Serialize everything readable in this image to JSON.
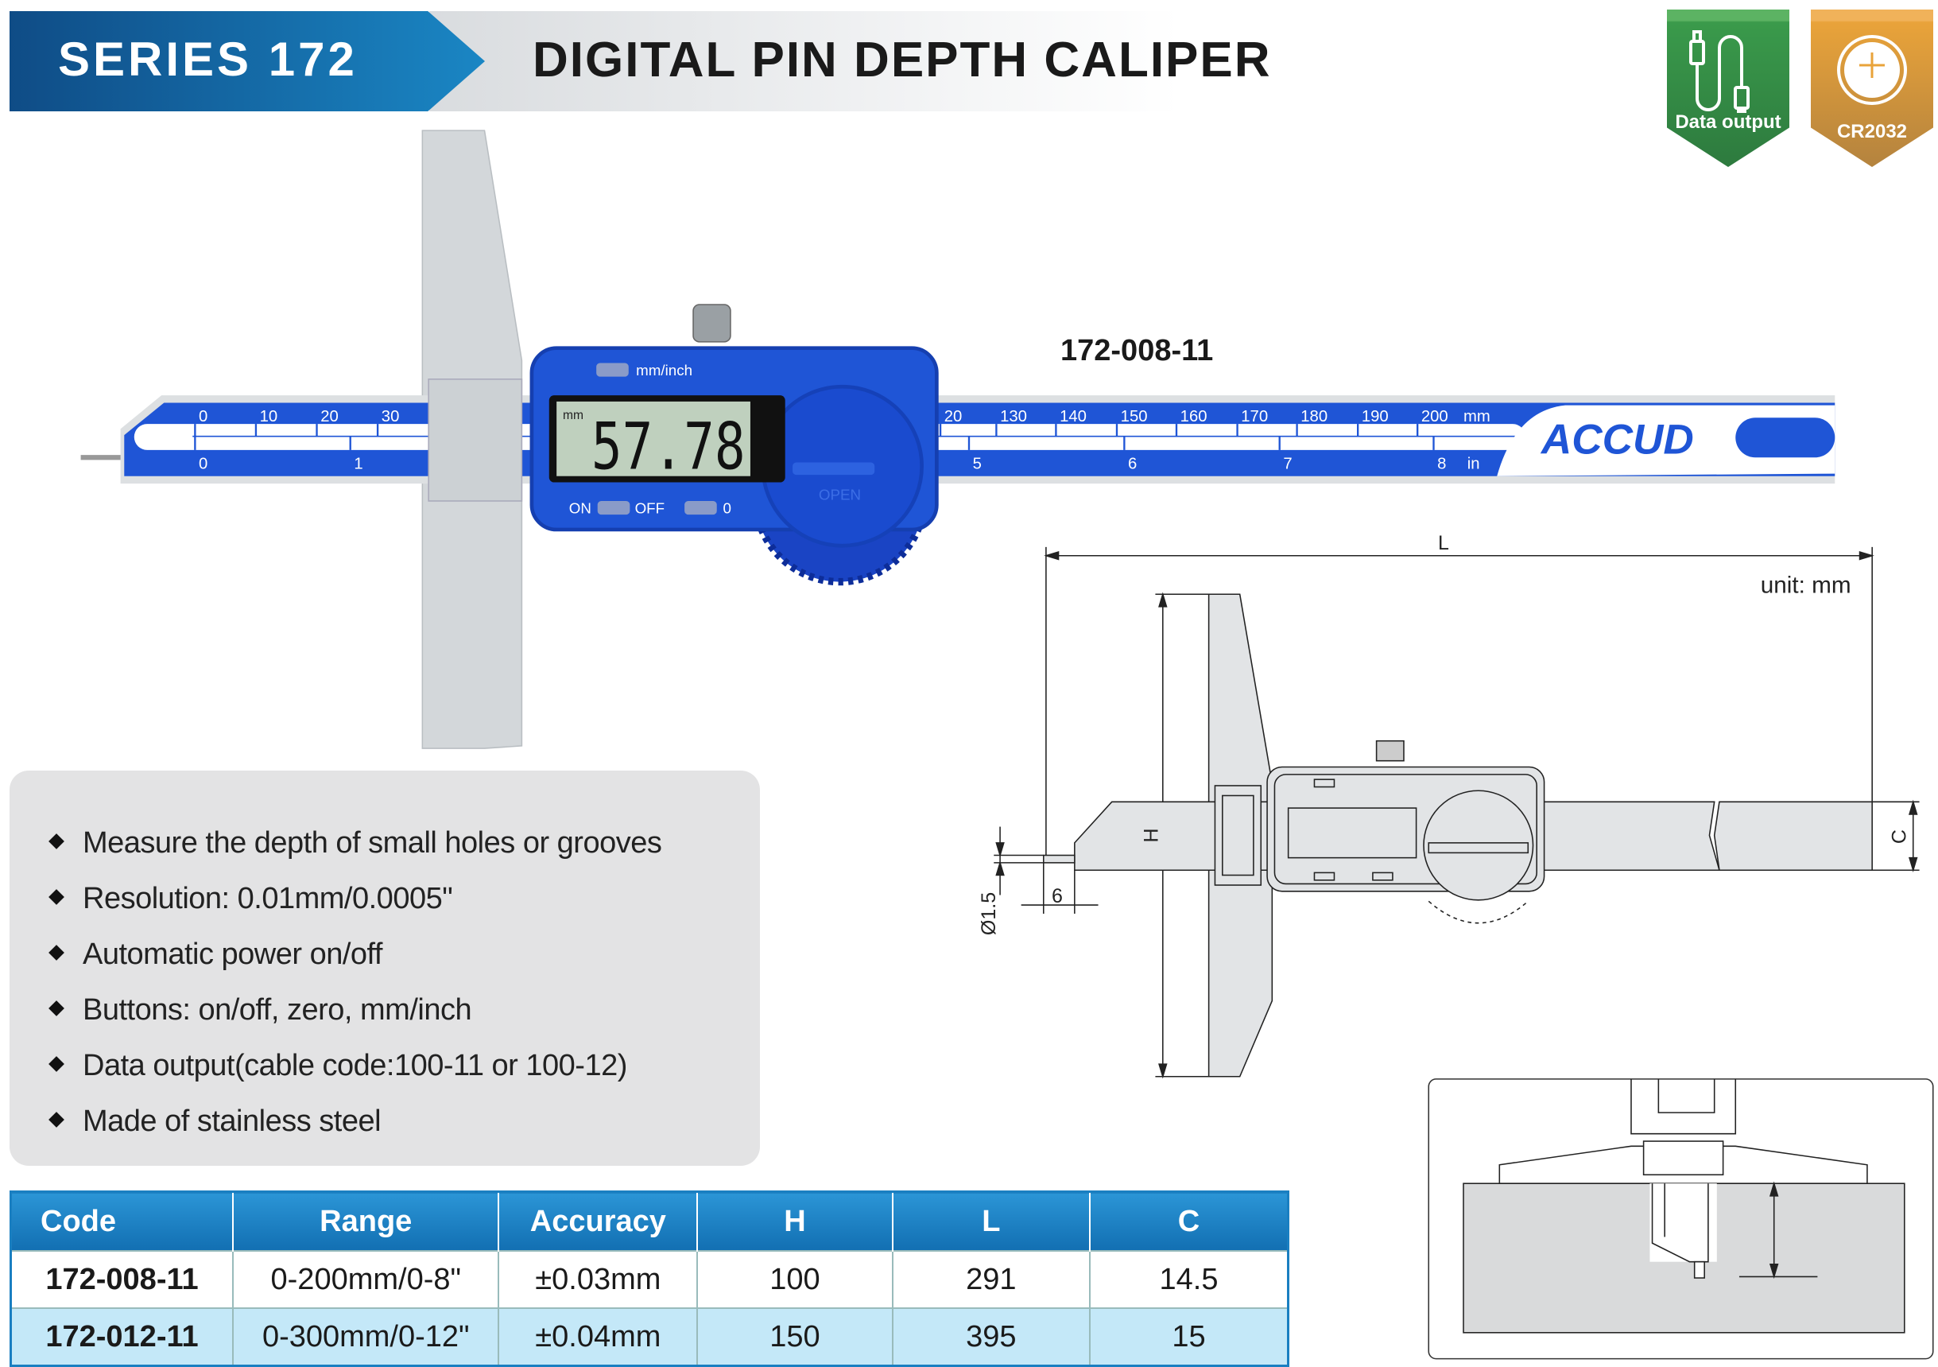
{
  "header": {
    "series": "SERIES 172",
    "title": "DIGITAL PIN DEPTH CALIPER"
  },
  "badges": [
    {
      "label": "Data output",
      "icon": "usb-cable-icon",
      "color": "#2d7a3e"
    },
    {
      "label": "CR2032",
      "icon": "coin-battery-icon",
      "color": "#e9a33a",
      "battery_text": "CR2032"
    }
  ],
  "product": {
    "model_label": "172-008-11",
    "display": {
      "unit": "mm",
      "reading": "57.78",
      "mode_button": "mm/inch",
      "on": "ON",
      "off": "OFF",
      "zero": "0",
      "cover": "OPEN"
    },
    "scale_mm": [
      "0",
      "10",
      "20",
      "30",
      "20",
      "130",
      "140",
      "150",
      "160",
      "170",
      "180",
      "190",
      "200"
    ],
    "scale_mm_unit": "mm",
    "scale_in": [
      "0",
      "1",
      "5",
      "6",
      "7",
      "8"
    ],
    "scale_in_unit": "in",
    "brand": "ACCUD",
    "accent": "#1f55d6"
  },
  "drawing": {
    "L": "L",
    "unit": "unit: mm",
    "H": "H",
    "C": "C",
    "pin_dia": "Ø1.5",
    "pin_len": "6"
  },
  "features": [
    "Measure the depth of small holes or grooves",
    "Resolution: 0.01mm/0.0005\"",
    "Automatic power on/off",
    "Buttons: on/off, zero, mm/inch",
    "Data output(cable code:100-11 or 100-12)",
    "Made of stainless steel"
  ],
  "table": {
    "headers": [
      "Code",
      "Range",
      "Accuracy",
      "H",
      "L",
      "C"
    ],
    "rows": [
      [
        "172-008-11",
        "0-200mm/0-8\"",
        "±0.03mm",
        "100",
        "291",
        "14.5"
      ],
      [
        "172-012-11",
        "0-300mm/0-12\"",
        "±0.04mm",
        "150",
        "395",
        "15"
      ]
    ]
  }
}
